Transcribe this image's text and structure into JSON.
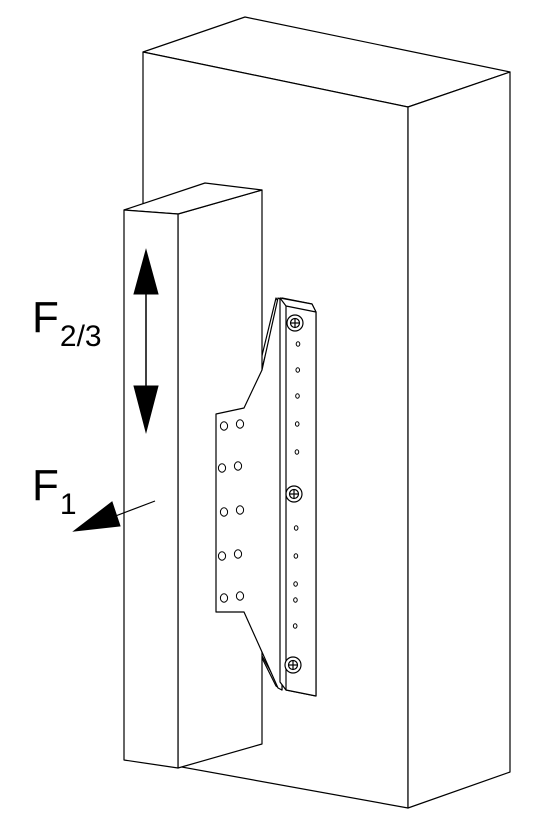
{
  "labels": {
    "f23": {
      "main": "F",
      "sub": "2/3"
    },
    "f1": {
      "main": "F",
      "sub": "1"
    }
  },
  "colors": {
    "line": "#000000",
    "fill": "#ffffff"
  }
}
